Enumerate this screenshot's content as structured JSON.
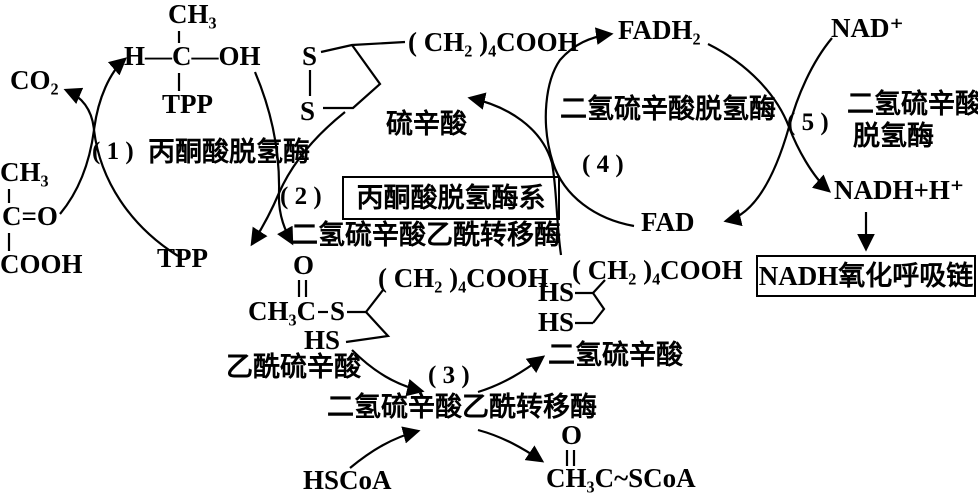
{
  "colors": {
    "ink": "#000000",
    "background": "#ffffff"
  },
  "labels": {
    "co2": "CO₂",
    "het_ch3": "CH₃",
    "het_hcoh": "H—C—OH",
    "het_tpp": "TPP",
    "pyr_ch3": "CH₃",
    "pyr_co": "C=O",
    "pyr_cooh": "COOH",
    "tpp": "TPP",
    "step1": "( 1 )",
    "enzyme1": "丙酮酸脱氢酶",
    "lip_s_top": "S",
    "lip_s_bottom": "S",
    "lip_chain": "( CH₂ )₄COOH",
    "lip_name": "硫辛酸",
    "step2": "( 2 )",
    "complex_box": "丙酮酸脱氢酶系",
    "enzyme2": "二氢硫辛酸乙酰转移酶",
    "ac_o": "O",
    "ac_ch3c": "CH₃C",
    "ac_s": "S",
    "ac_chain": "( CH₂ )₄COOH",
    "ac_hs": "HS",
    "ac_name": "乙酰硫辛酸",
    "step3": "( 3 )",
    "dh_hs1": "HS",
    "dh_hs2": "HS",
    "dh_chain": "( CH₂ )₄COOH",
    "dh_name": "二氢硫辛酸",
    "enzyme3": "二氢硫辛酸乙酰转移酶",
    "fadh2": "FADH₂",
    "enzyme4": "二氢硫辛酸脱氢酶",
    "step4": "( 4 )",
    "fad": "FAD",
    "nad": "NAD⁺",
    "step5": "( 5 )",
    "enzyme5_line1": "二氢硫辛酸",
    "enzyme5_line2": "脱氢酶",
    "nadh": "NADH+H⁺",
    "respiratory_box": "NADH氧化呼吸链",
    "hscoa": "HSCoA",
    "acoa_o": "O",
    "acoa": "CH₃C~SCoA"
  }
}
